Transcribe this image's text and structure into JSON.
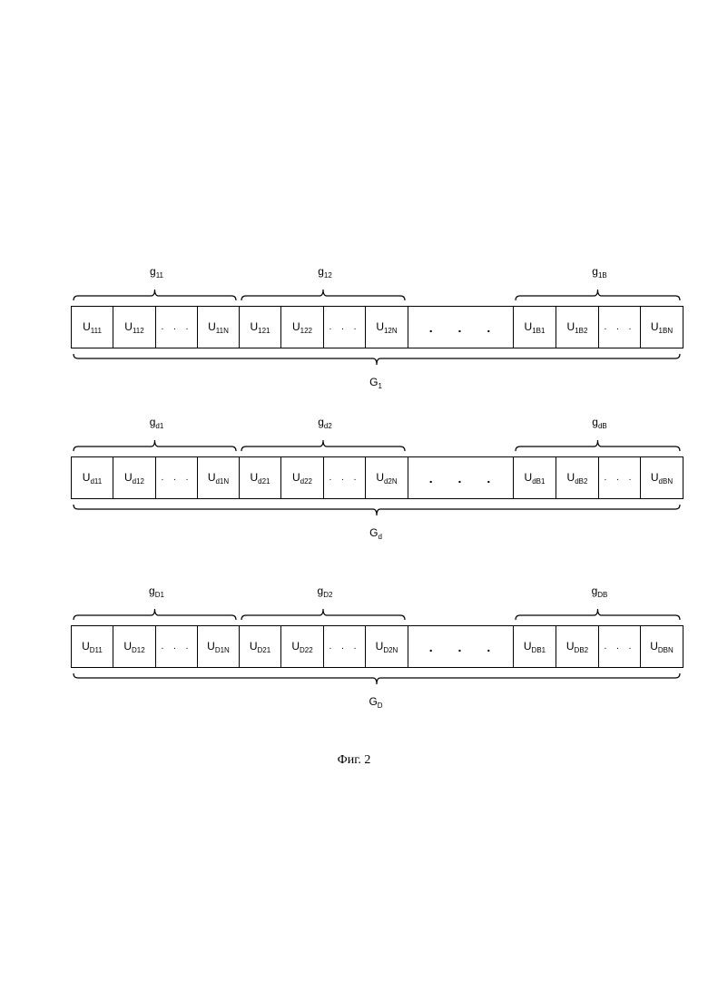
{
  "rows": [
    {
      "name": "G",
      "sub": "1",
      "groups": [
        {
          "name": "g",
          "sub": "11",
          "cells": [
            {
              "base": "U",
              "sub": "111"
            },
            {
              "base": "U",
              "sub": "112"
            },
            {
              "dots": "..."
            },
            {
              "base": "U",
              "sub": "11N"
            }
          ]
        },
        {
          "name": "g",
          "sub": "12",
          "cells": [
            {
              "base": "U",
              "sub": "121"
            },
            {
              "base": "U",
              "sub": "122"
            },
            {
              "dots": "..."
            },
            {
              "base": "U",
              "sub": "12N"
            }
          ]
        },
        {
          "name": "g",
          "sub": "1B",
          "cells": [
            {
              "base": "U",
              "sub": "1B1"
            },
            {
              "base": "U",
              "sub": "1B2"
            },
            {
              "dots": "..."
            },
            {
              "base": "U",
              "sub": "1BN"
            }
          ]
        }
      ],
      "between": "..."
    },
    {
      "name": "G",
      "sub": "d",
      "groups": [
        {
          "name": "g",
          "sub": "d1",
          "cells": [
            {
              "base": "U",
              "sub": "d11"
            },
            {
              "base": "U",
              "sub": "d12"
            },
            {
              "dots": "..."
            },
            {
              "base": "U",
              "sub": "d1N"
            }
          ]
        },
        {
          "name": "g",
          "sub": "d2",
          "cells": [
            {
              "base": "U",
              "sub": "d21"
            },
            {
              "base": "U",
              "sub": "d22"
            },
            {
              "dots": "..."
            },
            {
              "base": "U",
              "sub": "d2N"
            }
          ]
        },
        {
          "name": "g",
          "sub": "dB",
          "cells": [
            {
              "base": "U",
              "sub": "dB1"
            },
            {
              "base": "U",
              "sub": "dB2"
            },
            {
              "dots": "..."
            },
            {
              "base": "U",
              "sub": "dBN"
            }
          ]
        }
      ],
      "between": "..."
    },
    {
      "name": "G",
      "sub": "D",
      "groups": [
        {
          "name": "g",
          "sub": "D1",
          "cells": [
            {
              "base": "U",
              "sub": "D11"
            },
            {
              "base": "U",
              "sub": "D12"
            },
            {
              "dots": "..."
            },
            {
              "base": "U",
              "sub": "D1N"
            }
          ]
        },
        {
          "name": "g",
          "sub": "D2",
          "cells": [
            {
              "base": "U",
              "sub": "D21"
            },
            {
              "base": "U",
              "sub": "D22"
            },
            {
              "dots": "..."
            },
            {
              "base": "U",
              "sub": "D2N"
            }
          ]
        },
        {
          "name": "g",
          "sub": "DB",
          "cells": [
            {
              "base": "U",
              "sub": "DB1"
            },
            {
              "base": "U",
              "sub": "DB2"
            },
            {
              "dots": "..."
            },
            {
              "base": "U",
              "sub": "DBN"
            }
          ]
        }
      ],
      "between": "..."
    }
  ],
  "caption": "Фиг. 2"
}
